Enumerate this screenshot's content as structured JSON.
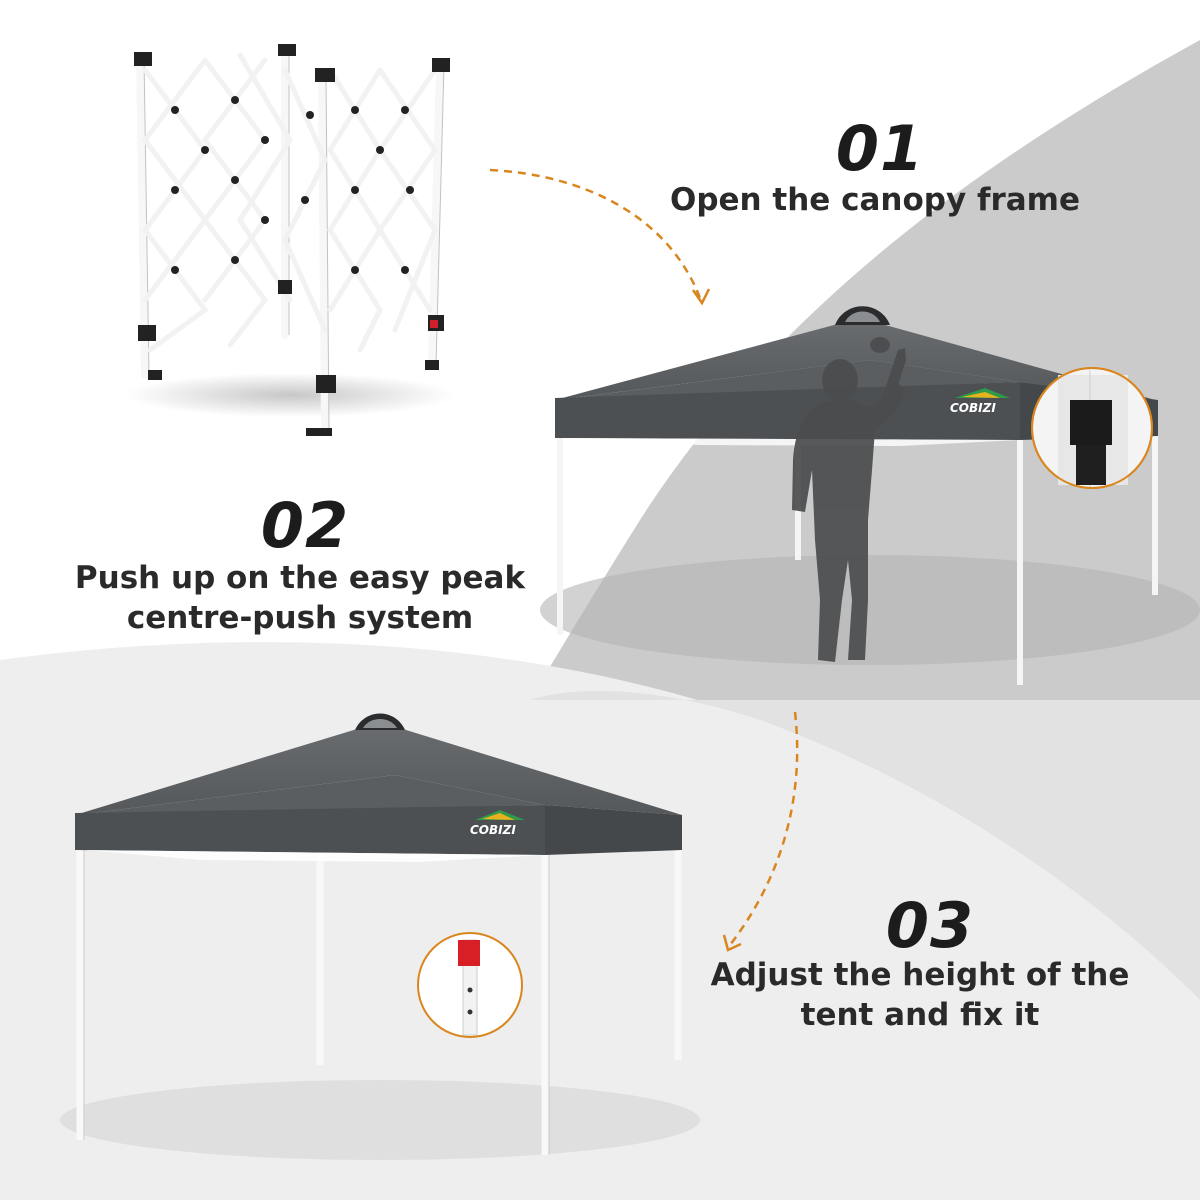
{
  "steps": [
    {
      "number": "01",
      "text": "Open the canopy frame"
    },
    {
      "number": "02",
      "text": "Push up on the easy peak centre-push system"
    },
    {
      "number": "03",
      "text": "Adjust the height of the tent and fix it"
    }
  ],
  "brand": {
    "logo_text": "COBIZI"
  },
  "colors": {
    "canopy": "#5d6063",
    "accent_arrow": "#d9861e",
    "frame": "#f4f4f4",
    "background_light": "#f0f0f0",
    "background_dark": "#cfcfcf"
  }
}
